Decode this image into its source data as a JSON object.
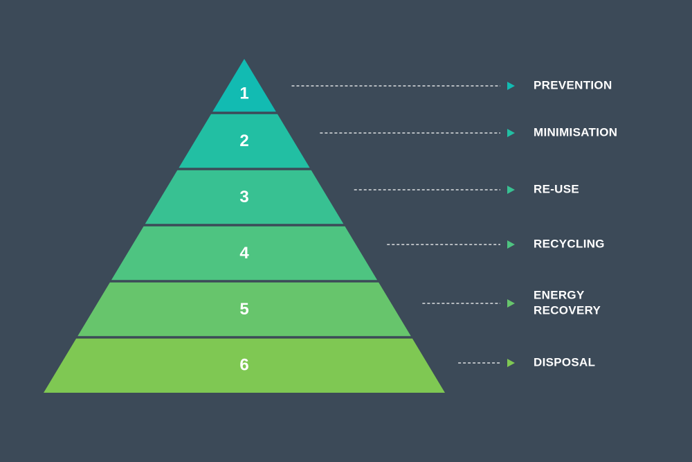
{
  "colors": {
    "background": "#3c4a58",
    "separator": "#3c4a58",
    "connector": "#ffffff",
    "tier_top": "#0dbab5",
    "tier_bottom": "#86c84e"
  },
  "tiers": [
    {
      "number": "1",
      "label": [
        "PREVENTION"
      ],
      "color": "#12bbb2"
    },
    {
      "number": "2",
      "label": [
        "MINIMISATION"
      ],
      "color": "#22bfa3"
    },
    {
      "number": "3",
      "label": [
        "RE-USE"
      ],
      "color": "#38c192"
    },
    {
      "number": "4",
      "label": [
        "RECYCLING"
      ],
      "color": "#4ec481"
    },
    {
      "number": "5",
      "label": [
        "ENERGY",
        "RECOVERY"
      ],
      "color": "#67c56c"
    },
    {
      "number": "6",
      "label": [
        "DISPOSAL"
      ],
      "color": "#7fc853"
    }
  ]
}
